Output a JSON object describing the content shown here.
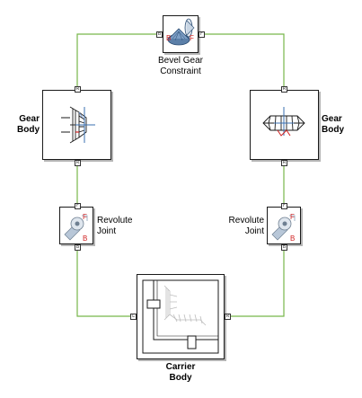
{
  "diagram": {
    "connector_color": "#77b64a",
    "blocks": {
      "bevel_gear_constraint": {
        "label_line1": "Bevel Gear",
        "label_line2": "Constraint",
        "port_left": "B",
        "port_right": "F",
        "icon_text_left": "B",
        "icon_text_right": "F",
        "icon": "bevel-gear-icon"
      },
      "gear_body_left": {
        "label_line1": "Gear",
        "label_line2": "Body",
        "port_top": "R",
        "port_bottom": "R",
        "icon": "bevel-gear-side-icon"
      },
      "gear_body_right": {
        "label_line1": "Gear",
        "label_line2": "Body",
        "port_top": "R",
        "port_bottom": "R",
        "icon": "bevel-gear-front-icon"
      },
      "revolute_joint_left": {
        "label_line1": "Revolute",
        "label_line2": "Joint",
        "port_top": "F",
        "port_bottom": "B",
        "icon_text_top": "F",
        "icon_text_bottom": "B",
        "icon": "revolute-joint-icon"
      },
      "revolute_joint_right": {
        "label_line1": "Revolute",
        "label_line2": "Joint",
        "port_top": "F",
        "port_bottom": "B",
        "icon_text_top": "F",
        "icon_text_bottom": "B",
        "icon": "revolute-joint-icon"
      },
      "carrier_body": {
        "label_line1": "Carrier",
        "label_line2": "Body",
        "port_left": "L",
        "port_right": "R",
        "icon": "carrier-frame-icon"
      }
    }
  }
}
